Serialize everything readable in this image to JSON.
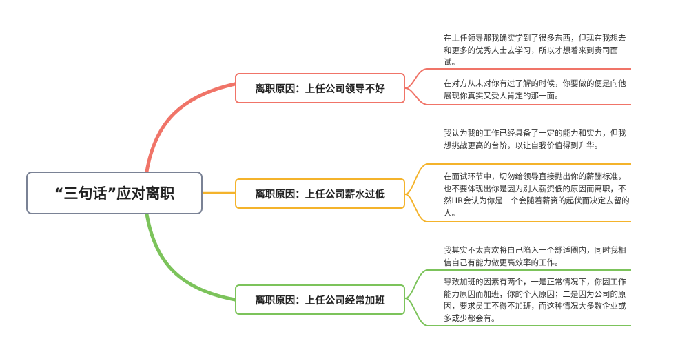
{
  "colors": {
    "root_border": "#7a8295",
    "branch1": "#f07468",
    "branch2": "#f4b32b",
    "branch3": "#7cc35b"
  },
  "root": {
    "title": "“三句话”应对离职"
  },
  "branches": [
    {
      "title": "离职原因：上任公司领导不好",
      "leaves": [
        "在上任领导那我确实学到了很多东西，但现在我想去和更多的优秀人士去学习，所以才想着来到贵司面试。",
        "在对方从未对你有过了解的时候，你要做的便是向他展现你真实又受人肯定的那一面。"
      ]
    },
    {
      "title": "离职原因：上任公司薪水过低",
      "leaves": [
        "我认为我的工作已经具备了一定的能力和实力，但我想挑战更高的台阶，以让自我价值得到升华。",
        "在面试环节中，切勿给领导直接抛出你的薪酬标准，也不要体现出你是因为别人薪资低的原因而离职，不然HR会认为你是一个会随着薪资的起伏而决定去留的人。"
      ]
    },
    {
      "title": "离职原因：上任公司经常加班",
      "leaves": [
        "我其实不太喜欢将自己陷入一个舒适圈内，同时我相信自己有能力做更高效率的工作。",
        "导致加班的因素有两个，一是正常情况下，你因工作能力原因而加班，你的个人原因；二是因为公司的原因，要求员工不得不加班，而这种情况大多数企业或多或少都会有。"
      ]
    }
  ]
}
